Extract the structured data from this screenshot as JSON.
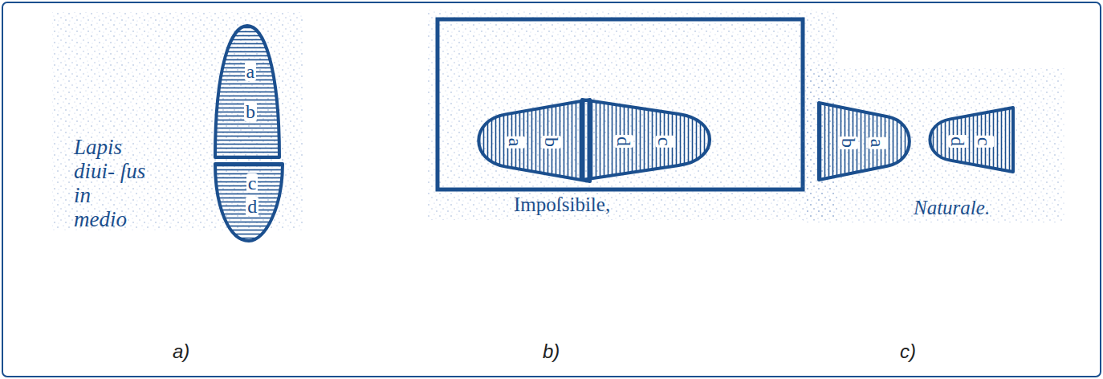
{
  "diagram": {
    "nodes": [
      {
        "text": [
          "a",
          "b"
        ]
      },
      {
        "text": [
          "c",
          "d"
        ]
      },
      {
        "text": [
          "a",
          "b"
        ]
      },
      {
        "text": [
          "d",
          "c"
        ]
      },
      {
        "text": [
          "b",
          "a"
        ]
      },
      {
        "text": [
          "d",
          "c"
        ]
      }
    ],
    "labels": [
      "Lapis diui- ſus in medio",
      "Impoſsibile,",
      "Naturale.",
      "a)",
      "b)",
      "c)"
    ]
  }
}
